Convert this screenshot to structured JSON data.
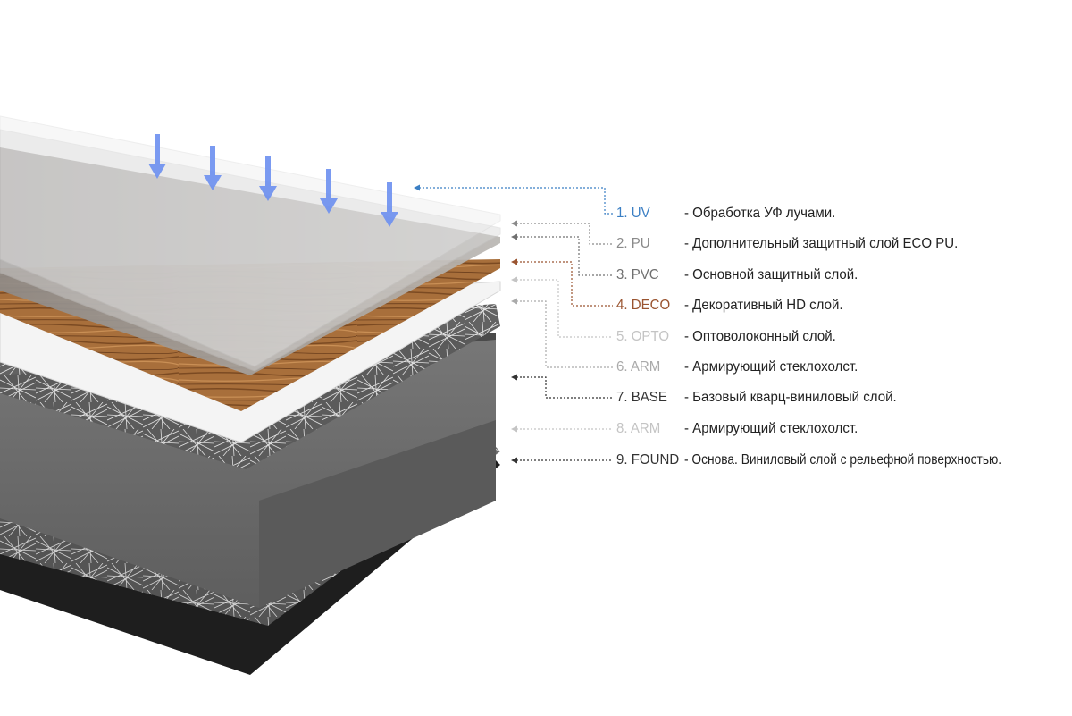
{
  "layers": [
    {
      "code": "1. UV",
      "description": "- Обработка УФ лучами.",
      "code_color": "#3b7fc4"
    },
    {
      "code": "2. PU",
      "description": "- Дополнительный защитный слой ECO PU.",
      "code_color": "#8a8a8a"
    },
    {
      "code": "3. PVC",
      "description": "- Основной защитный слой.",
      "code_color": "#707070"
    },
    {
      "code": "4. DECO",
      "description": "- Декоративный HD слой.",
      "code_color": "#9a5430"
    },
    {
      "code": "5. OPTO",
      "description": "- Оптоволоконный слой.",
      "code_color": "#c4c4c4"
    },
    {
      "code": "6. ARM",
      "description": "- Армирующий стеклохолст.",
      "code_color": "#aaaaaa"
    },
    {
      "code": "7. BASE",
      "description": "- Базовый кварц-виниловый слой.",
      "code_color": "#333333"
    },
    {
      "code": "8. ARM",
      "description": "- Армирующий стеклохолст.",
      "code_color": "#c4c4c4"
    },
    {
      "code": "9. FOUND",
      "description": "- Основа. Виниловый слой с рельефной поверхностью.",
      "code_color": "#333333"
    }
  ],
  "colors": {
    "uv_arrow": "#6b8ff0",
    "wood_light": "#b07a45",
    "wood_dark": "#6b4020",
    "base_top": "#555555",
    "base_side": "#6e6e6e",
    "foundation": "#2a2a2a"
  }
}
